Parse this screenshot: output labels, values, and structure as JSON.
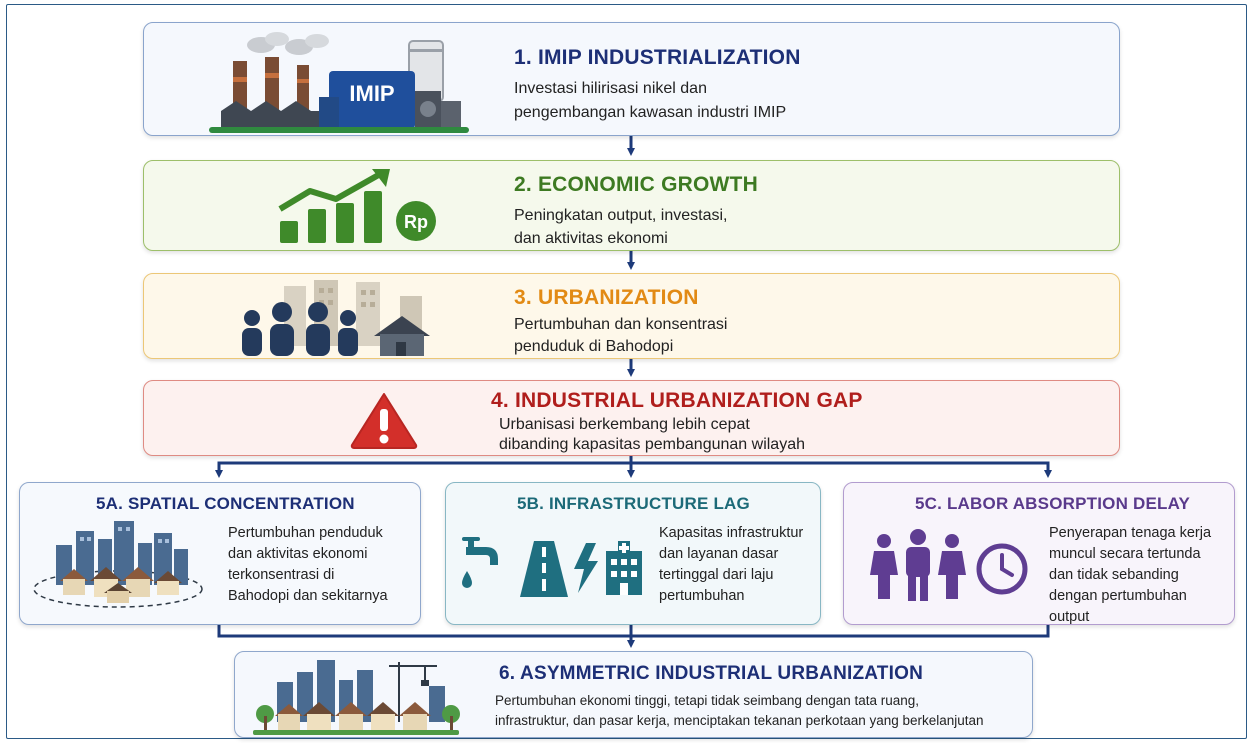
{
  "steps": {
    "s1": {
      "title": "1. IMIP INDUSTRIALIZATION",
      "desc": [
        "Investasi hilirisasi nikel dan",
        "pengembangan kawasan industri IMIP"
      ],
      "badge": "IMIP",
      "icon": "factory-icon"
    },
    "s2": {
      "title": "2. ECONOMIC GROWTH",
      "desc": [
        "Peningkatan output, investasi,",
        "dan aktivitas ekonomi"
      ],
      "badge": "Rp",
      "icon": "growth-chart-icon"
    },
    "s3": {
      "title": "3. URBANIZATION",
      "desc": [
        "Pertumbuhan dan konsentrasi",
        "penduduk di Bahodopi"
      ],
      "icon": "people-city-icon"
    },
    "s4": {
      "title": "4. INDUSTRIAL URBANIZATION GAP",
      "desc": [
        "Urbanisasi berkembang lebih cepat",
        "dibanding kapasitas pembangunan wilayah"
      ],
      "icon": "warning-icon"
    },
    "s5a": {
      "title": "5A. SPATIAL CONCENTRATION",
      "desc": [
        "Pertumbuhan penduduk",
        "dan aktivitas ekonomi",
        "terkonsentrasi di",
        "Bahodopi dan sekitarnya"
      ],
      "icon": "dense-city-icon"
    },
    "s5b": {
      "title": "5B. INFRASTRUCTURE LAG",
      "desc": [
        "Kapasitas infrastruktur",
        "dan layanan dasar",
        "tertinggal dari laju",
        "pertumbuhan"
      ],
      "icon": "infrastructure-icons"
    },
    "s5c": {
      "title": "5C. LABOR ABSORPTION DELAY",
      "desc": [
        "Penyerapan tenaga kerja",
        "muncul secara tertunda",
        "dan tidak sebanding",
        "dengan pertumbuhan",
        "output"
      ],
      "icon": "workers-clock-icon"
    },
    "s6": {
      "title": "6. ASYMMETRIC INDUSTRIAL URBANIZATION",
      "desc": [
        "Pertumbuhan ekonomi tinggi, tetapi tidak seimbang dengan tata ruang,",
        "infrastruktur, dan pasar kerja, menciptakan tekanan perkotaan yang berkelanjutan"
      ],
      "icon": "industrial-city-icon"
    }
  },
  "colors": {
    "arrow": "#1d3a7a",
    "s1_title": "#1d2f76",
    "s2_title": "#3d7a22",
    "s3_title": "#e28a14",
    "s4_title": "#b01e1c",
    "s5b_title": "#1c6a78",
    "s5c_title": "#5a3a8c"
  }
}
